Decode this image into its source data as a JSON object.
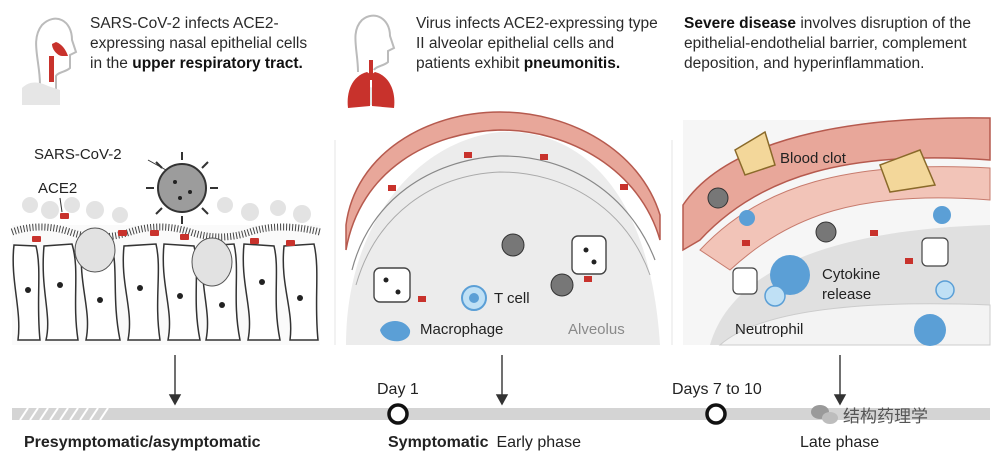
{
  "panels": [
    {
      "caption_pre": "SARS-CoV-2 infects ACE2-expressing nasal epithelial cells in the ",
      "caption_bold": "upper respiratory tract.",
      "labels": {
        "virus": "SARS-CoV-2",
        "receptor": "ACE2"
      }
    },
    {
      "caption_pre": "Virus infects ACE2-expressing type II alveolar epithelial cells and patients exhibit ",
      "caption_bold": "pneumonitis.",
      "labels": {
        "tcell": "T cell",
        "macrophage": "Macrophage",
        "alveolus": "Alveolus"
      }
    },
    {
      "caption_bold": "Severe disease",
      "caption_post": " involves disruption of the epithelial-endothelial barrier, complement deposition, and hyperinflammation.",
      "labels": {
        "clot": "Blood clot",
        "cytokine_1": "Cytokine",
        "cytokine_2": "release",
        "neutrophil": "Neutrophil"
      }
    }
  ],
  "timeline": {
    "day1": "Day 1",
    "day7": "Days 7 to 10",
    "phase1": "Presymptomatic/asymptomatic",
    "phase2_bold": "Symptomatic",
    "phase2_rest": "Early phase",
    "phase3": "Late phase"
  },
  "watermark": "结构药理学",
  "colors": {
    "lung_red": "#c8322c",
    "tissue_pink": "#e8a79a",
    "cell_blue": "#5b9fd6",
    "line_grey": "#b8b8b8"
  }
}
